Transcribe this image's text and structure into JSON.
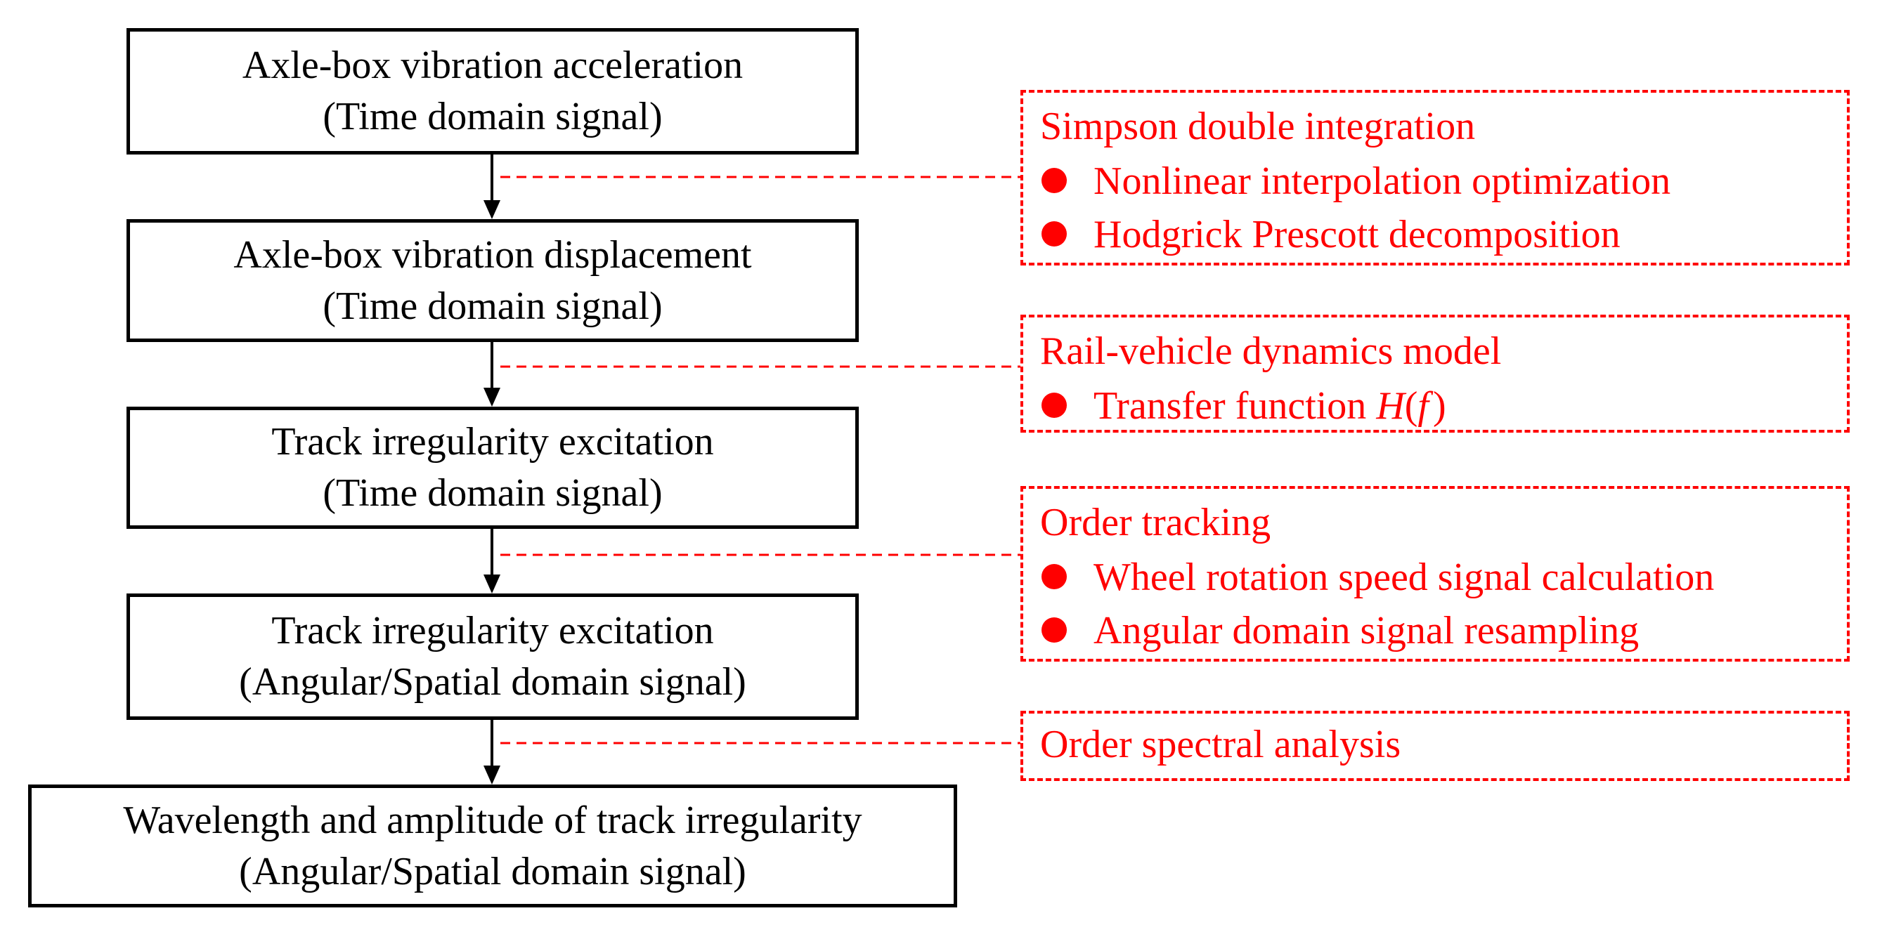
{
  "flow": [
    {
      "line1": "Axle-box vibration acceleration",
      "line2": "(Time domain signal)"
    },
    {
      "line1": "Axle-box vibration displacement",
      "line2": "(Time domain signal)"
    },
    {
      "line1": "Track irregularity excitation",
      "line2": "(Time domain signal)"
    },
    {
      "line1": "Track irregularity excitation",
      "line2": "(Angular/Spatial domain signal)"
    },
    {
      "line1": "Wavelength and amplitude of track irregularity",
      "line2": "(Angular/Spatial domain signal)"
    }
  ],
  "notes": [
    {
      "title": "Simpson double integration",
      "items": [
        "Nonlinear interpolation optimization",
        "Hodgrick Prescott decomposition"
      ]
    },
    {
      "title": "Rail-vehicle dynamics model",
      "item_prefix": "Transfer function ",
      "item_func": "H",
      "item_open": "(",
      "item_var": "f",
      "item_close": ")"
    },
    {
      "title": "Order tracking",
      "items": [
        "Wheel rotation speed signal calculation",
        "Angular domain signal resampling"
      ]
    },
    {
      "title": "Order spectral analysis"
    }
  ],
  "colors": {
    "flow": "#000000",
    "annotation": "#ff0000"
  }
}
